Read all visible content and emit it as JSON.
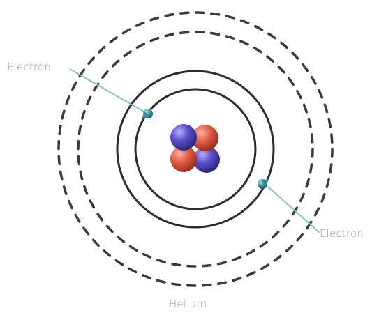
{
  "labels": {
    "electron_left": "Electron",
    "electron_right": "Electron",
    "element_name": "Helium"
  },
  "colors": {
    "background": "#ffffff",
    "orbit_solid": "#2b2b2b",
    "orbit_dashed": "#3a3a3a",
    "leader_line": "#8cbfc7",
    "electron": "#3d8e99",
    "proton": "#e35d46",
    "neutron": "#5a4fc9",
    "label_text": "#9a9a9a"
  },
  "nucleus": {
    "particles": [
      "neutron",
      "proton",
      "proton",
      "neutron"
    ]
  },
  "electrons": 2,
  "orbits": {
    "solid": 2,
    "dashed": 2
  }
}
